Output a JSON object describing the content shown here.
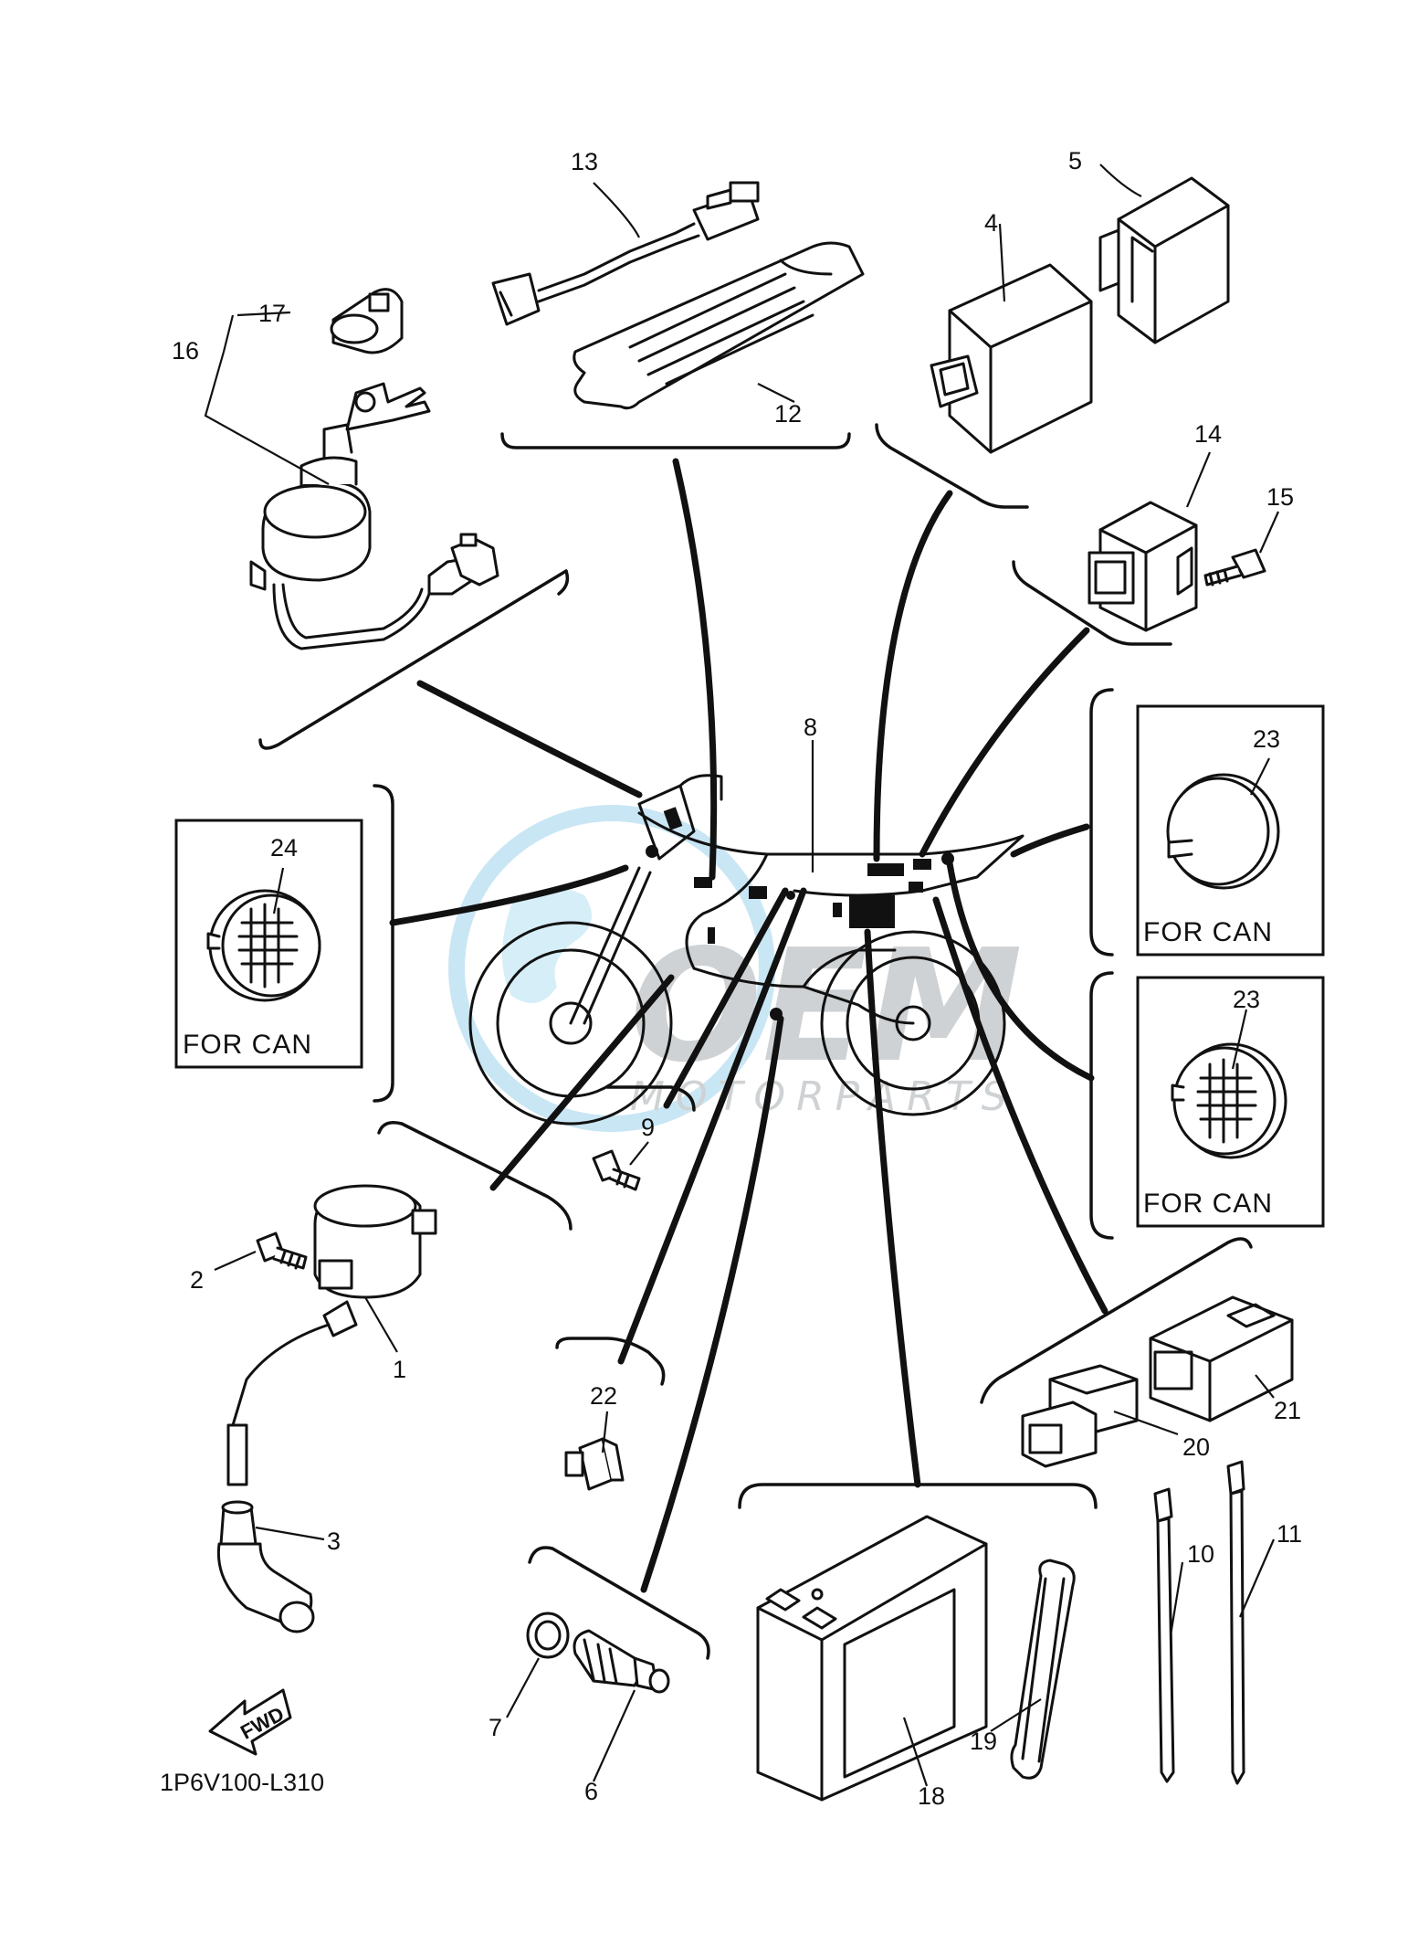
{
  "diagram": {
    "code": "1P6V100-L310",
    "fwd_label": "FWD",
    "watermark": {
      "brand": "OEM",
      "sub": "MOTORPARTS"
    },
    "can_note": "FOR CAN",
    "part_labels": {
      "p1": "1",
      "p2": "2",
      "p3": "3",
      "p4": "4",
      "p5": "5",
      "p6": "6",
      "p7": "7",
      "p8": "8",
      "p9": "9",
      "p10": "10",
      "p11": "11",
      "p12": "12",
      "p13": "13",
      "p14": "14",
      "p15": "15",
      "p16": "16",
      "p17": "17",
      "p18": "18",
      "p19": "19",
      "p20": "20",
      "p21": "21",
      "p22": "22",
      "p23a": "23",
      "p23b": "23",
      "p24": "24"
    }
  }
}
